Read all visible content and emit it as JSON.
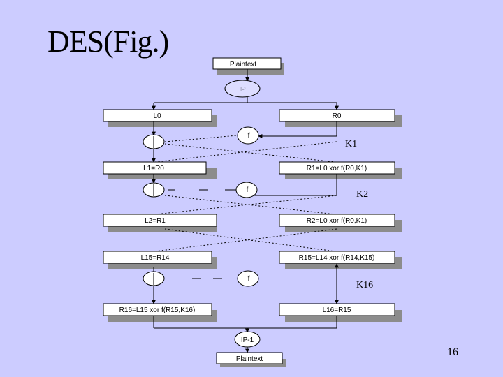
{
  "slide": {
    "title": "DES(Fig.)",
    "page_number": "16"
  },
  "diagram": {
    "plaintext_in": "Plaintext",
    "ip": "IP",
    "l0": "L0",
    "r0": "R0",
    "f1": "f",
    "k1": "K1",
    "l1": "L1=R0",
    "r1": "R1=L0 xor f(R0,K1)",
    "f2": "f",
    "k2": "K2",
    "l2": "L2=R1",
    "r2": "R2=L0 xor f(R0,K1)",
    "l15": "L15=R14",
    "r15": "R15=L14 xor f(R14,K15)",
    "f16": "f",
    "k16": "K16",
    "r16": "R16=L15 xor f(R15,K16)",
    "l16": "L16=R15",
    "ip_inv": "IP-1",
    "plaintext_out": "Plaintext"
  },
  "colors": {
    "background": "#ccccff",
    "box_fill": "#ffffff",
    "box_shadow": "#8c8c8c",
    "stroke": "#000000"
  }
}
